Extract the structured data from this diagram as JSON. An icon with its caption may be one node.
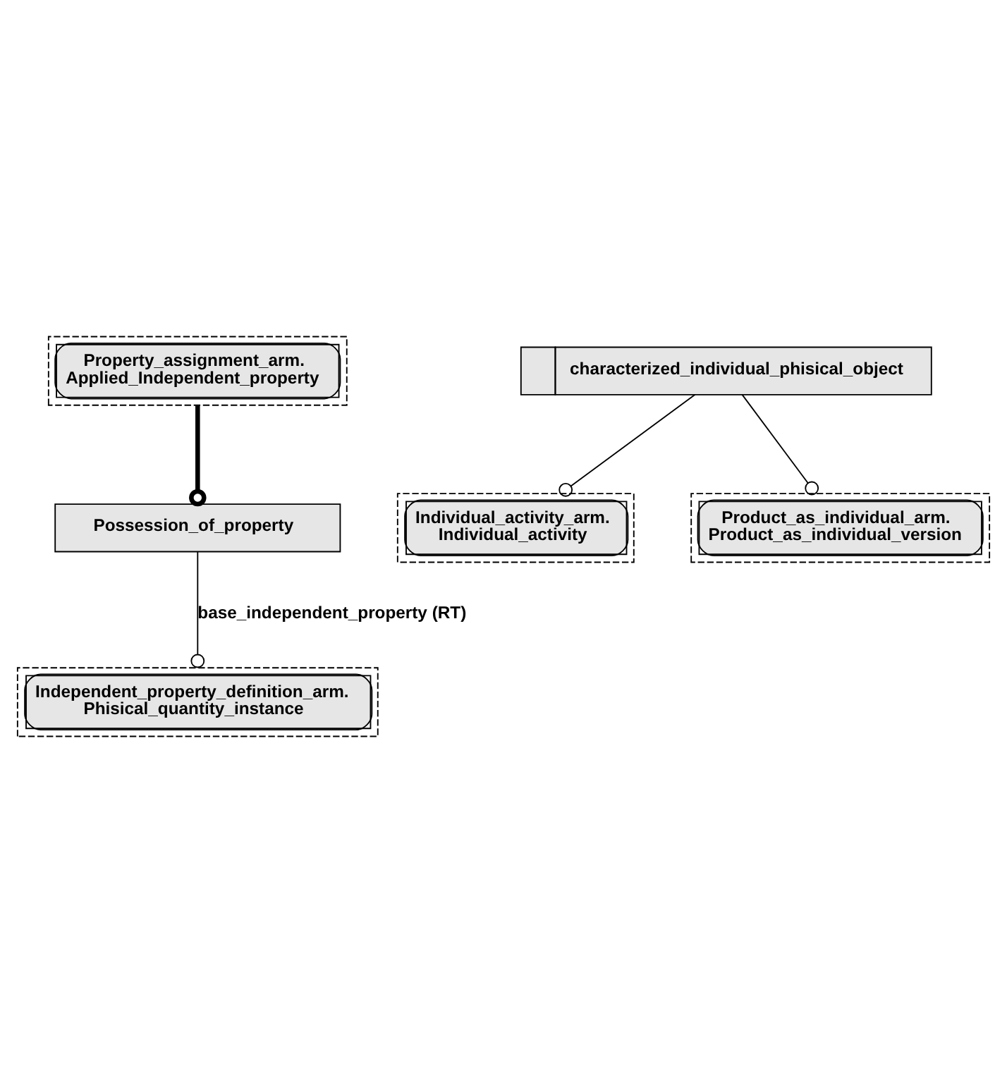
{
  "diagram": {
    "nodes": [
      {
        "text": [
          "Property_assignment_arm. Applied_Independent_property"
        ]
      },
      {
        "text": [
          "Possession_of_property"
        ]
      },
      {
        "text": [
          "Independent_property_definition_arm. Phisical_quantity_instance"
        ]
      },
      {
        "text": [
          "characterized_individual_phisical_object"
        ]
      },
      {
        "text": [
          "Individual_activity_arm. Individual_activity"
        ]
      },
      {
        "text": [
          "Product_as_individual_arm. Product_as_individual_version"
        ]
      }
    ],
    "edges": [
      {
        "from": 0,
        "to": 1,
        "arrow": "other",
        "style": "thick"
      },
      {
        "from": 1,
        "to": 2,
        "arrow": "other",
        "label": "base_independent_property (RT)"
      },
      {
        "from": 3,
        "to": 4,
        "arrow": "other"
      },
      {
        "from": 3,
        "to": 5,
        "arrow": "other"
      }
    ]
  }
}
